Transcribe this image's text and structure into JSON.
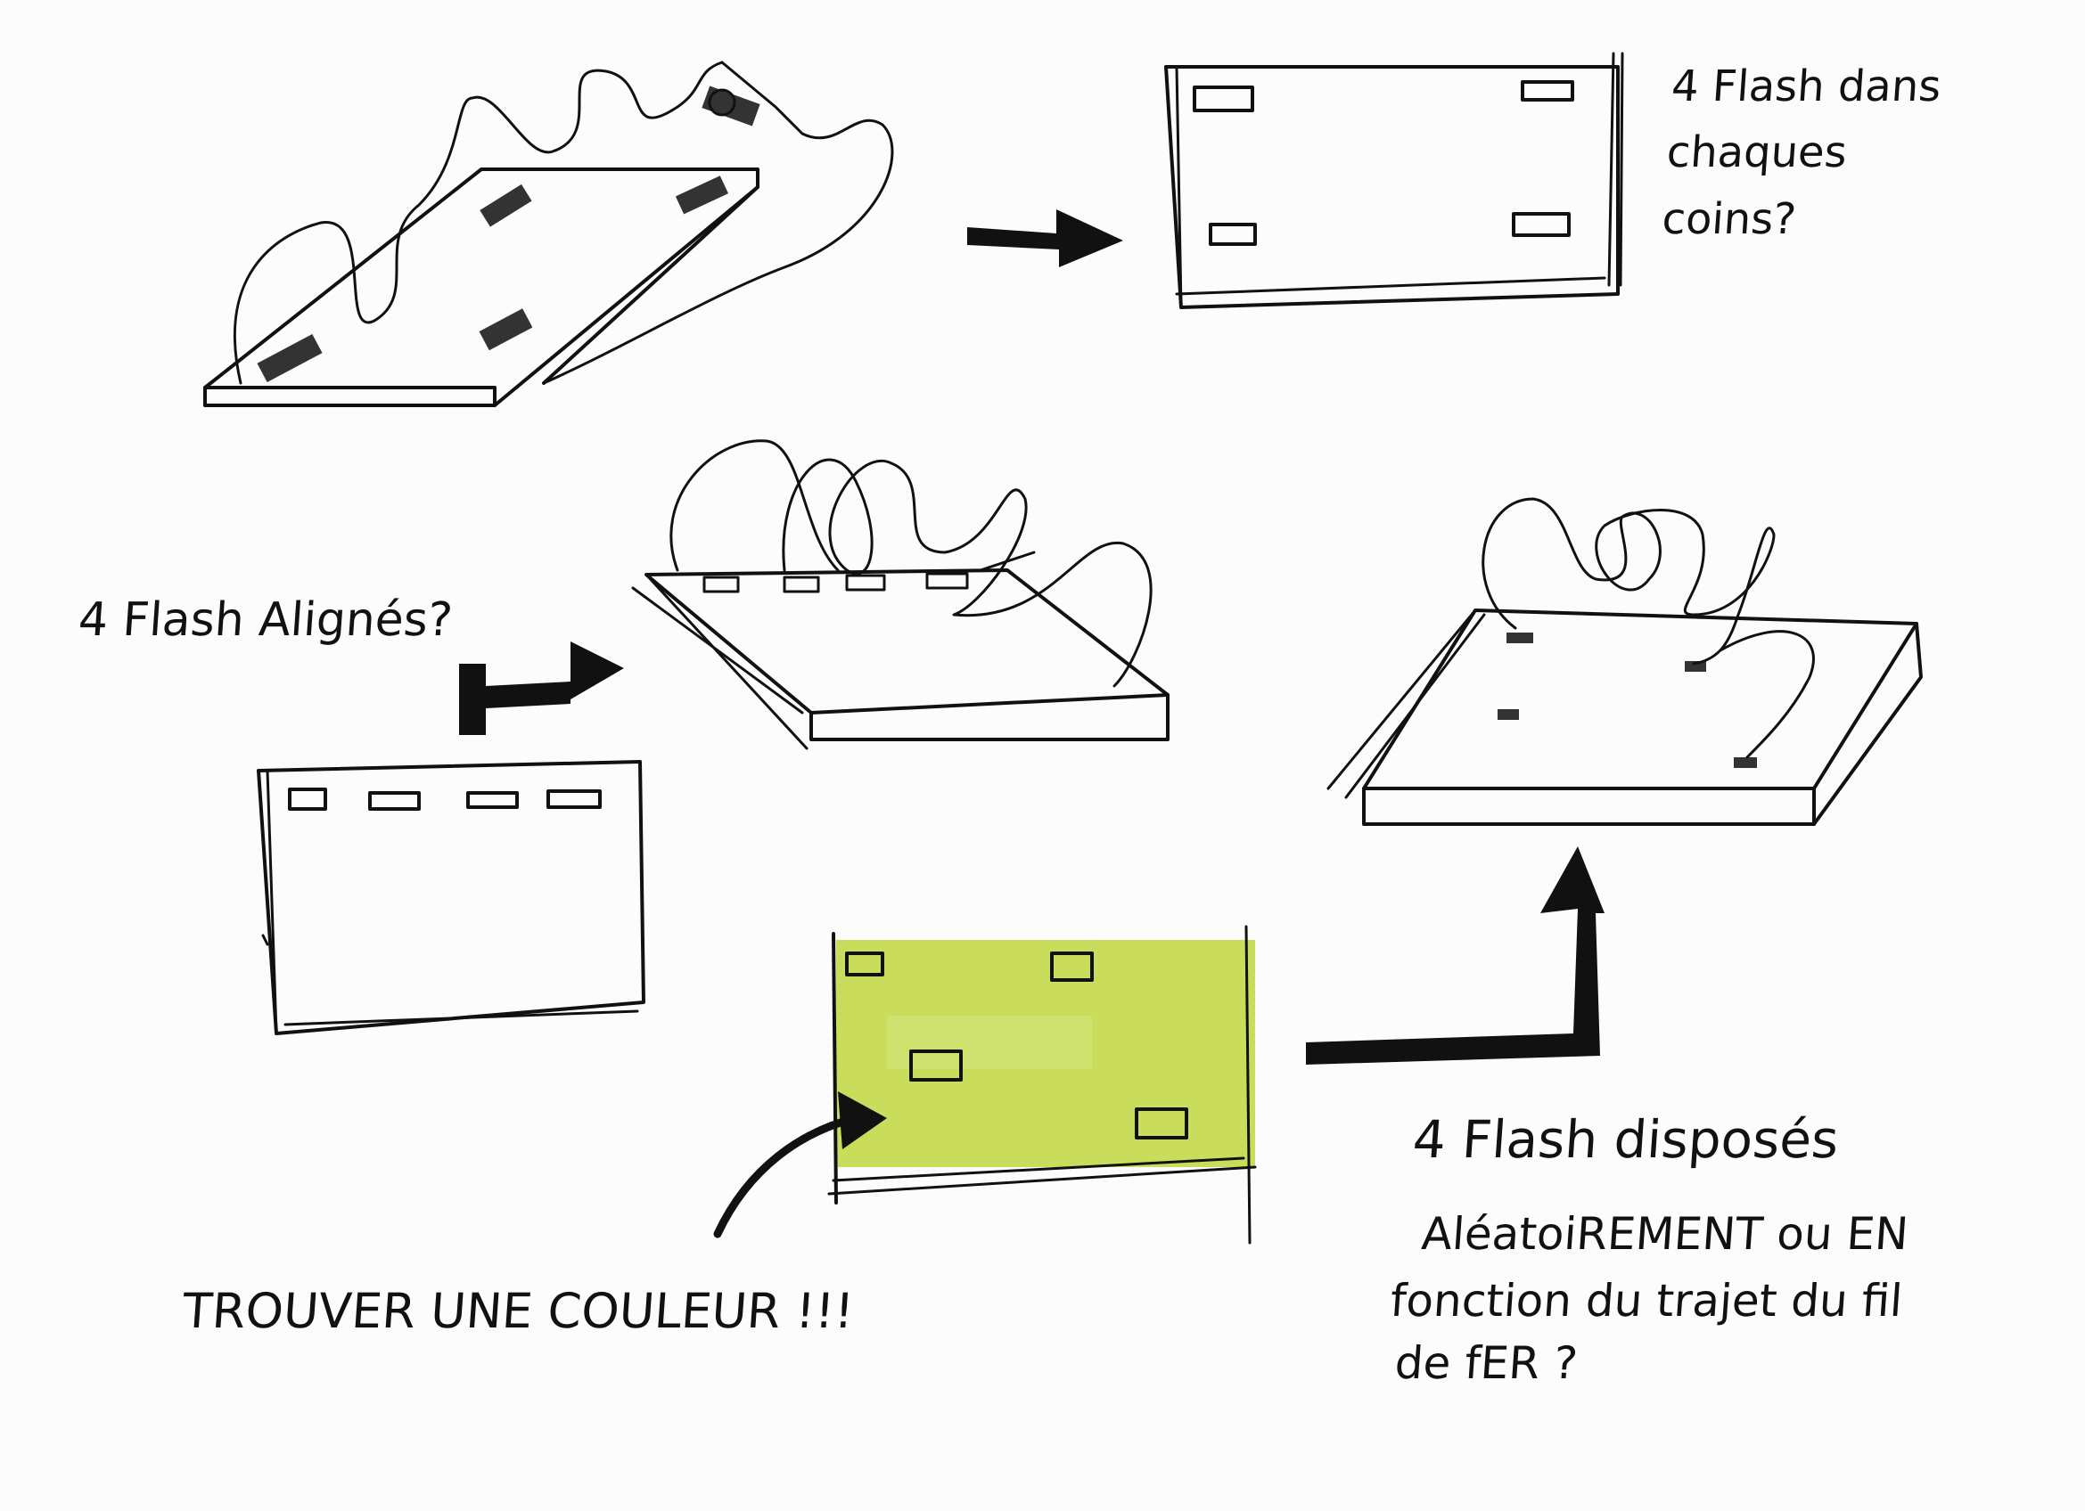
{
  "notes": {
    "corners": "4 Flash dans chaques coins?",
    "aligned": "4 Flash Alignés?",
    "color": "TROUVER UNE COULEUR !!!",
    "random_line1": "4 Flash disposés",
    "random_line2": "AléatoiREMENT ou EN",
    "random_line3": "fonction du trajet du fil",
    "random_line4": "de fER ?"
  },
  "colors": {
    "ink": "#111111",
    "highlight": "#c9dc5c",
    "paper": "#fdfcfd",
    "flash_fill": "#e3dde0"
  }
}
